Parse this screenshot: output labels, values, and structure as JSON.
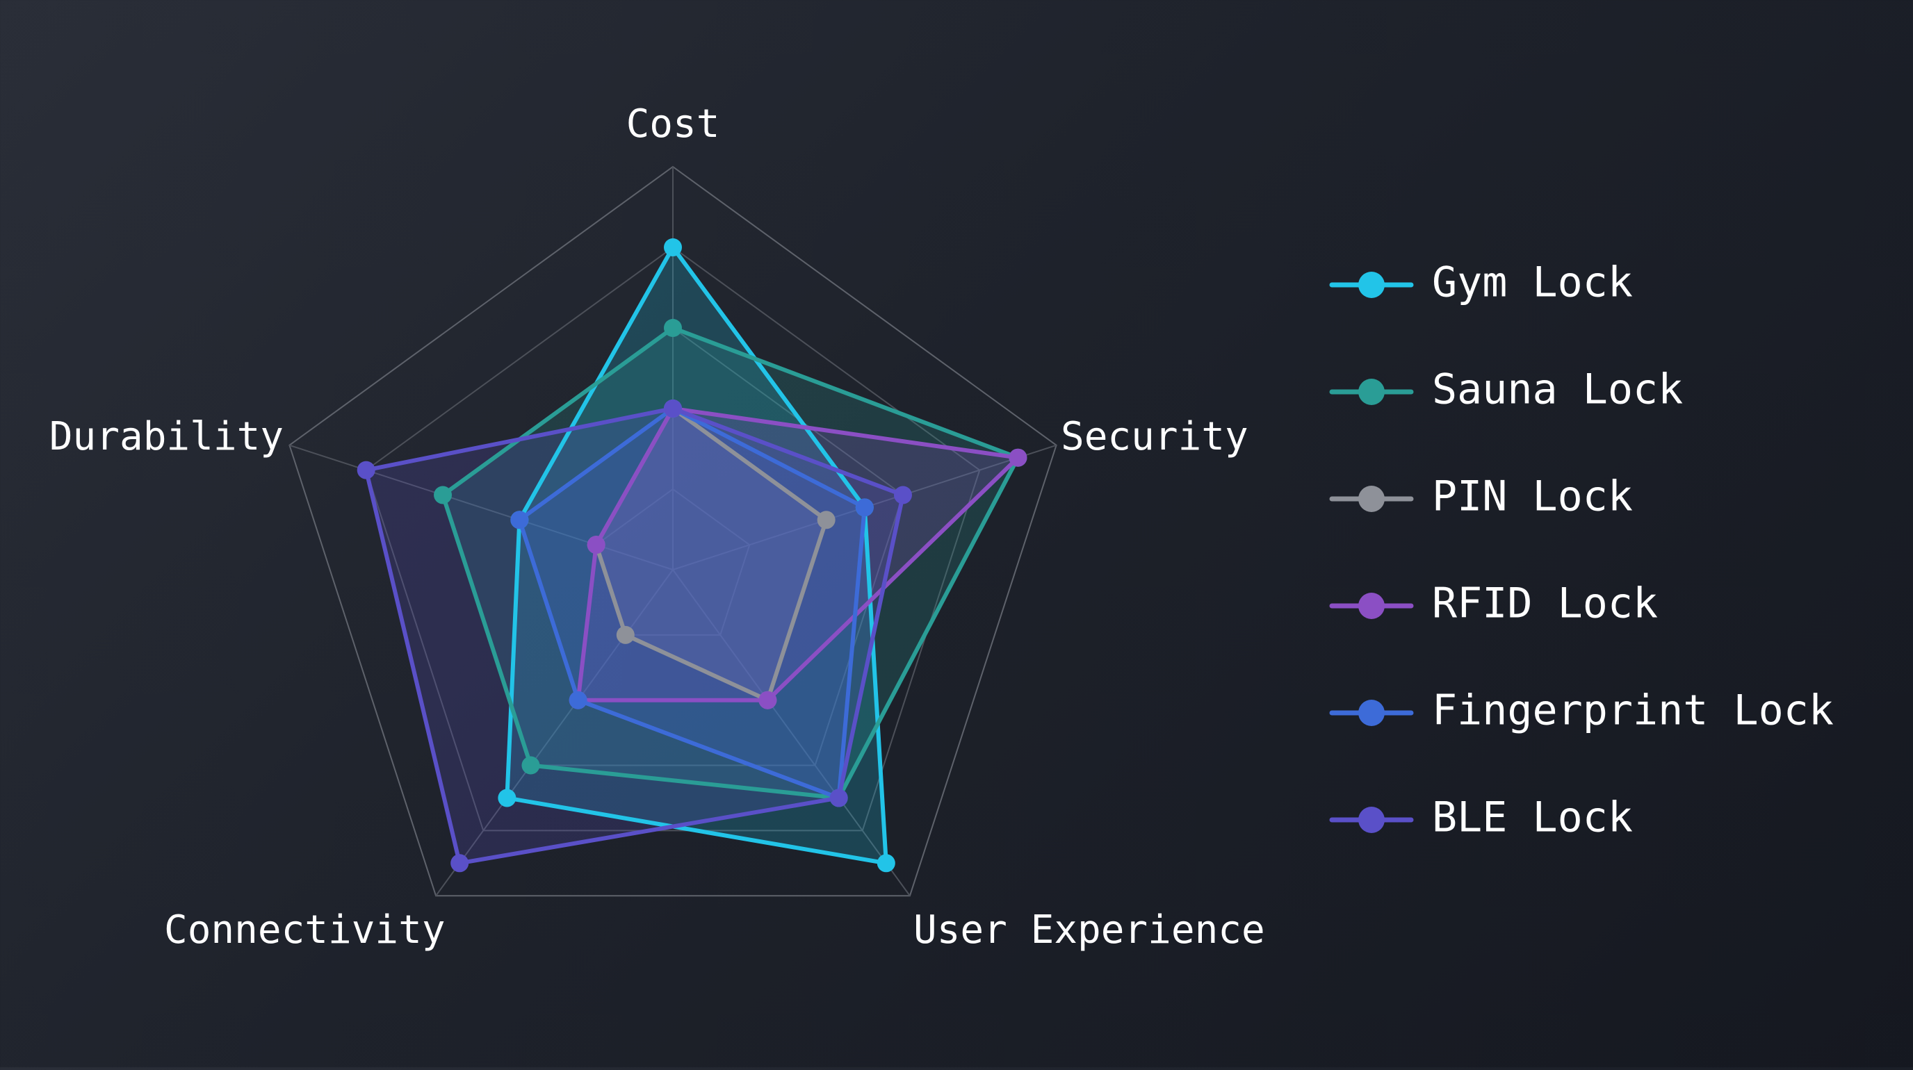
{
  "chart_data": {
    "type": "radar",
    "axes": [
      "Cost",
      "Security",
      "User Experience",
      "Connectivity",
      "Durability"
    ],
    "rlim": [
      0,
      10
    ],
    "grid_levels": 5,
    "grid": true,
    "legend_position": "right",
    "series": [
      {
        "name": "Gym Lock",
        "color": "#22c4e8",
        "values": [
          8,
          5,
          9,
          7,
          4
        ]
      },
      {
        "name": "Sauna Lock",
        "color": "#2a9d96",
        "values": [
          6,
          9,
          7,
          6,
          6
        ]
      },
      {
        "name": "PIN Lock",
        "color": "#8e9199",
        "values": [
          4,
          4,
          4,
          2,
          2
        ]
      },
      {
        "name": "RFID Lock",
        "color": "#8b4fc4",
        "values": [
          4,
          9,
          4,
          4,
          2
        ]
      },
      {
        "name": "Fingerprint Lock",
        "color": "#3d6bd8",
        "values": [
          4,
          5,
          7,
          4,
          4
        ]
      },
      {
        "name": "BLE Lock",
        "color": "#5a50c8",
        "values": [
          4,
          6,
          7,
          9,
          8
        ]
      }
    ]
  }
}
